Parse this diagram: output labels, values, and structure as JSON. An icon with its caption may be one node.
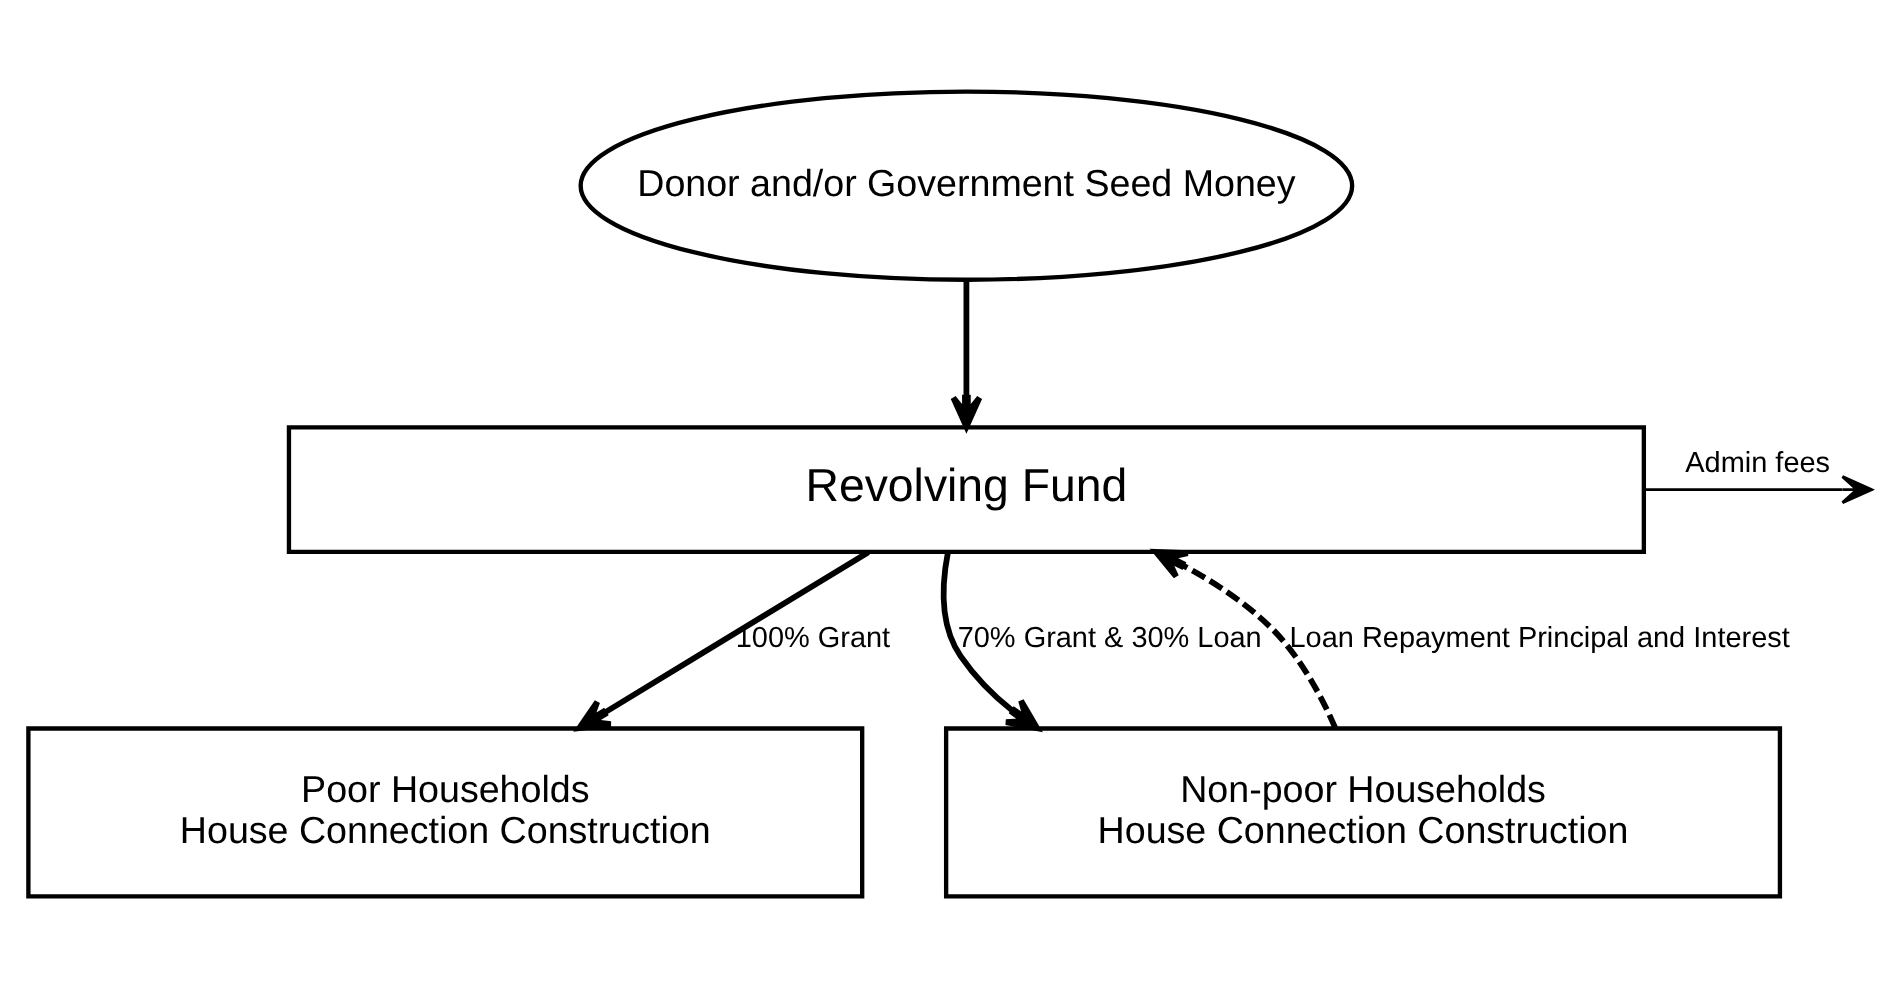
{
  "diagram": {
    "nodes": [
      {
        "text": [
          "Donor and/or Government Seed Money"
        ]
      },
      {
        "text": [
          "Revolving Fund"
        ]
      },
      {
        "text": [
          "Poor Households",
          "House Connection Construction"
        ]
      },
      {
        "text": [
          "Non-poor Households",
          "House Connection Construction"
        ]
      }
    ],
    "edges": [
      {
        "from": 0,
        "to": 1,
        "arrow": "to"
      },
      {
        "from": 1,
        "to": 2,
        "arrow": "to",
        "label": "100% Grant"
      },
      {
        "from": 1,
        "to": 3,
        "arrow": "to",
        "label": "70% Grant & 30% Loan"
      },
      {
        "from": 3,
        "to": 1,
        "arrow": "to",
        "style": "dashed",
        "label": "Loan Repayment Principal and Interest"
      },
      {
        "from": 1,
        "to": null,
        "arrow": "to",
        "label": "Admin fees"
      }
    ]
  }
}
